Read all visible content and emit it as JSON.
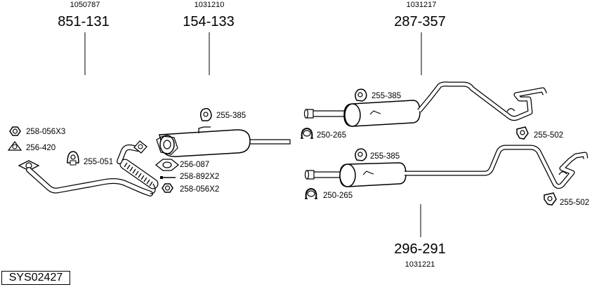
{
  "system_code": "SYS02427",
  "groups": [
    {
      "ref": "1050787",
      "part_number": "851-131"
    },
    {
      "ref": "1031210",
      "part_number": "154-133"
    },
    {
      "ref": "1031217",
      "part_number": "287-357"
    },
    {
      "ref": "1031221",
      "part_number": "296-291"
    }
  ],
  "callouts": {
    "nut_a": "258-056X3",
    "gasket_a": "256-420",
    "hanger_front": "255-051",
    "hanger_cat": "255-385",
    "gasket_b": "256-087",
    "bolt": "258-892X2",
    "nut_b": "258-056X2",
    "hanger_rear1": "255-385",
    "clamp_rear1": "250-265",
    "mount_rear1": "255-502",
    "hanger_rear2": "255-385",
    "clamp_rear2": "250-265",
    "mount_rear2": "255-502"
  }
}
